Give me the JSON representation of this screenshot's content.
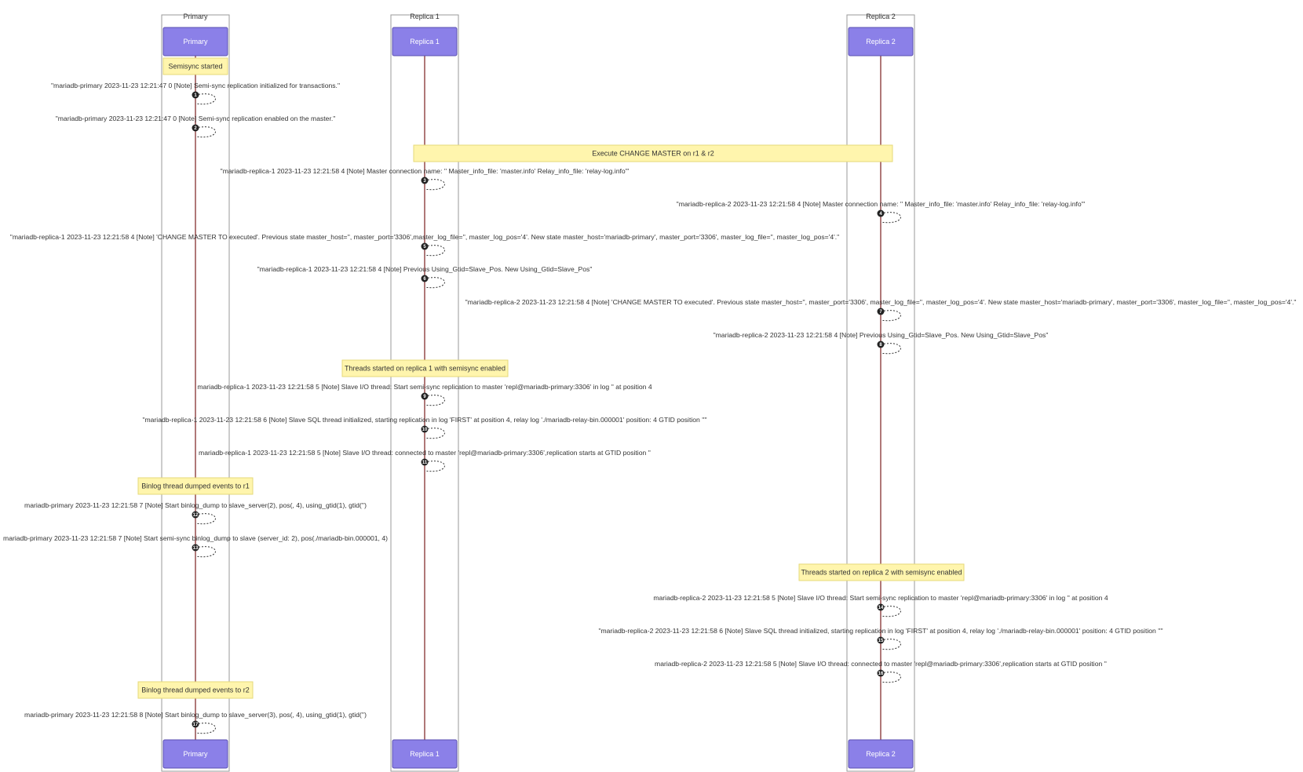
{
  "colors": {
    "actor_fill": "#8b80e8",
    "actor_stroke": "#5b50b0",
    "lifeline": "#7a1f1f",
    "note_fill": "#fff5ad",
    "note_stroke": "#e6d97a",
    "box_stroke": "#9a9a9a",
    "marker": "#222222"
  },
  "actors": [
    {
      "id": "primary",
      "box_title": "Primary",
      "label": "Primary"
    },
    {
      "id": "r1",
      "box_title": "Replica 1",
      "label": "Replica 1"
    },
    {
      "id": "r2",
      "box_title": "Replica 2",
      "label": "Replica 2"
    }
  ],
  "notes": [
    {
      "text": "Semisync started",
      "over": [
        "primary"
      ]
    },
    {
      "text": "Execute CHANGE MASTER on r1 & r2",
      "over": [
        "r1",
        "r2"
      ]
    },
    {
      "text": "Threads started on replica 1 with semisync enabled",
      "over": [
        "r1"
      ]
    },
    {
      "text": "Binlog thread dumped events to r1",
      "over": [
        "primary"
      ]
    },
    {
      "text": "Threads started on replica 2 with semisync enabled",
      "over": [
        "r2"
      ]
    },
    {
      "text": "Binlog thread dumped events to r2",
      "over": [
        "primary"
      ]
    }
  ],
  "messages": [
    {
      "num": "1",
      "actor": "primary",
      "text": "\"mariadb-primary 2023-11-23 12:21:47 0 [Note] Semi-sync replication initialized for transactions.\""
    },
    {
      "num": "2",
      "actor": "primary",
      "text": "\"mariadb-primary 2023-11-23 12:21:47 0 [Note] Semi-sync replication enabled on the master.\""
    },
    {
      "num": "3",
      "actor": "r1",
      "text": "\"mariadb-replica-1 2023-11-23 12:21:58 4 [Note] Master connection name: '' Master_info_file: 'master.info' Relay_info_file: 'relay-log.info'\""
    },
    {
      "num": "4",
      "actor": "r2",
      "text": "\"mariadb-replica-2 2023-11-23 12:21:58 4 [Note] Master connection name: '' Master_info_file: 'master.info' Relay_info_file: 'relay-log.info'\""
    },
    {
      "num": "5",
      "actor": "r1",
      "text": "\"mariadb-replica-1 2023-11-23 12:21:58 4 [Note] 'CHANGE MASTER TO executed'. Previous state master_host='', master_port='3306',master_log_file='', master_log_pos='4'. New state master_host='mariadb-primary', master_port='3306', master_log_file='', master_log_pos='4'.\""
    },
    {
      "num": "6",
      "actor": "r1",
      "text": "\"mariadb-replica-1 2023-11-23 12:21:58 4 [Note] Previous Using_Gtid=Slave_Pos. New Using_Gtid=Slave_Pos\""
    },
    {
      "num": "7",
      "actor": "r2",
      "text": "\"mariadb-replica-2 2023-11-23 12:21:58 4 [Note] 'CHANGE MASTER TO executed'. Previous state master_host='', master_port='3306', master_log_file='', master_log_pos='4'. New state master_host='mariadb-primary', master_port='3306', master_log_file='', master_log_pos='4'.\""
    },
    {
      "num": "8",
      "actor": "r2",
      "text": "\"mariadb-replica-2 2023-11-23 12:21:58 4 [Note] Previous Using_Gtid=Slave_Pos. New Using_Gtid=Slave_Pos\""
    },
    {
      "num": "9",
      "actor": "r1",
      "text": "mariadb-replica-1 2023-11-23 12:21:58 5 [Note] Slave I/O thread: Start semi-sync replication to master 'repl@mariadb-primary:3306' in log '' at position 4"
    },
    {
      "num": "10",
      "actor": "r1",
      "text": "\"mariadb-replica-1 2023-11-23 12:21:58 6 [Note] Slave SQL thread initialized, starting replication in log 'FIRST' at position 4, relay log './mariadb-relay-bin.000001' position: 4 GTID position ''\""
    },
    {
      "num": "11",
      "actor": "r1",
      "text": "mariadb-replica-1 2023-11-23 12:21:58 5 [Note] Slave I/O thread: connected to master 'repl@mariadb-primary:3306',replication starts at GTID position ''"
    },
    {
      "num": "12",
      "actor": "primary",
      "text": "mariadb-primary 2023-11-23 12:21:58 7 [Note] Start binlog_dump to slave_server(2), pos(, 4), using_gtid(1), gtid('')"
    },
    {
      "num": "13",
      "actor": "primary",
      "text": "mariadb-primary 2023-11-23 12:21:58 7 [Note] Start semi-sync binlog_dump to slave (server_id: 2), pos(./mariadb-bin.000001, 4)"
    },
    {
      "num": "14",
      "actor": "r2",
      "text": "mariadb-replica-2 2023-11-23 12:21:58 5 [Note] Slave I/O thread: Start semi-sync replication to master 'repl@mariadb-primary:3306' in log '' at position 4"
    },
    {
      "num": "15",
      "actor": "r2",
      "text": "\"mariadb-replica-2 2023-11-23 12:21:58 6 [Note] Slave SQL thread initialized, starting replication in log 'FIRST' at position 4, relay log './mariadb-relay-bin.000001' position: 4 GTID position ''\""
    },
    {
      "num": "16",
      "actor": "r2",
      "text": "mariadb-replica-2 2023-11-23 12:21:58 5 [Note] Slave I/O thread: connected to master 'repl@mariadb-primary:3306',replication starts at GTID position ''"
    },
    {
      "num": "17",
      "actor": "primary",
      "text": "mariadb-primary 2023-11-23 12:21:58 8 [Note] Start binlog_dump to slave_server(3), pos(, 4), using_gtid(1), gtid('')"
    }
  ]
}
